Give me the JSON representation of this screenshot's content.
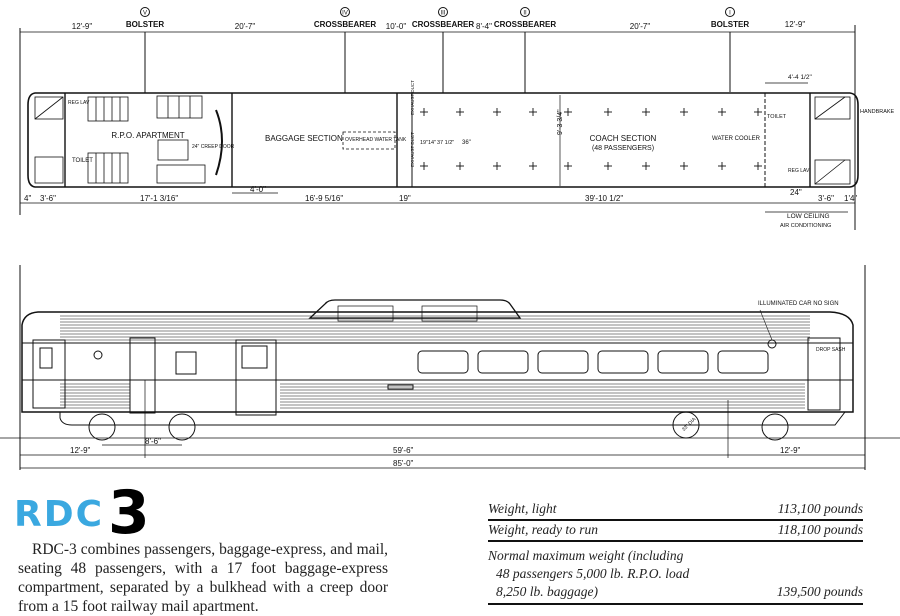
{
  "plan": {
    "markers": [
      {
        "symbol": "V",
        "label": "BOLSTER"
      },
      {
        "symbol": "IV",
        "label": "CROSSBEARER"
      },
      {
        "symbol": "III",
        "label": "CROSSBEARER"
      },
      {
        "symbol": "II",
        "label": "CROSSBEARER"
      },
      {
        "symbol": "I",
        "label": "BOLSTER"
      }
    ],
    "top_dims": [
      "12'-9\"",
      "20'-7\"",
      "10'-0\"",
      "8'-4\"",
      "20'-7\"",
      "12'-9\""
    ],
    "bottom_dims": [
      "4\"",
      "3'-6\"",
      "17'-1 3/16\"",
      "4'-0\"",
      "16'-9 5/16\"",
      "19\"",
      "39'-10 1/2\"",
      "24\"",
      "3'-6\"",
      "1'4\""
    ],
    "rooms": {
      "rpo": "R.P.O. APARTMENT",
      "toilet_left": "TOILET",
      "reg_lav_left": "REG LAV",
      "creep_door": "24\" CREEP DOOR",
      "baggage": "BAGGAGE SECTION",
      "water_tank": "OVERHEAD WATER TANK",
      "exhaust_duct": "EXHAUST DUCT",
      "coach": "COACH SECTION",
      "coach_sub": "(48 PASSENGERS)",
      "width": "9'-3 3/4\"",
      "seat_dims": [
        "19\"",
        "14\"",
        "37 1/2\"",
        "36\""
      ],
      "water_cooler": "WATER COOLER",
      "toilet_right": "TOILET",
      "reg_lav_right": "REG LAV",
      "toilet_width": "4'-4 1/2\"",
      "handbrake": "HANDBRAKE",
      "low_ceiling": "LOW CEILING",
      "air_conditioning": "AIR CONDITIONING"
    }
  },
  "elevation": {
    "sign_label": "ILLUMINATED CAR NO SIGN",
    "drop_sash": "DROP SASH",
    "wheel_label": "33\" DIA",
    "dims": {
      "left": "12'-9\"",
      "truck": "8'-6\"",
      "center": "59'-6\"",
      "right": "12'-9\"",
      "overall": "85'-0\""
    }
  },
  "title": {
    "prefix": "RDC",
    "number": "3"
  },
  "description": "RDC-3 combines passengers, baggage-express, and mail, seating 48 passengers, with a 17 foot baggage-express compartment, separated by a bulkhead with a creep door from a 15 foot railway mail apartment.",
  "weights": {
    "light": {
      "label": "Weight, light",
      "value": "113,100 pounds"
    },
    "ready": {
      "label": "Weight, ready to run",
      "value": "118,100 pounds"
    },
    "max": {
      "label_lines": [
        "Normal maximum weight (including",
        "48 passengers 5,000 lb. R.P.O. load",
        "8,250 lb. baggage)"
      ],
      "value": "139,500 pounds"
    }
  },
  "colors": {
    "rdc_blue": "#3aa8e0"
  }
}
